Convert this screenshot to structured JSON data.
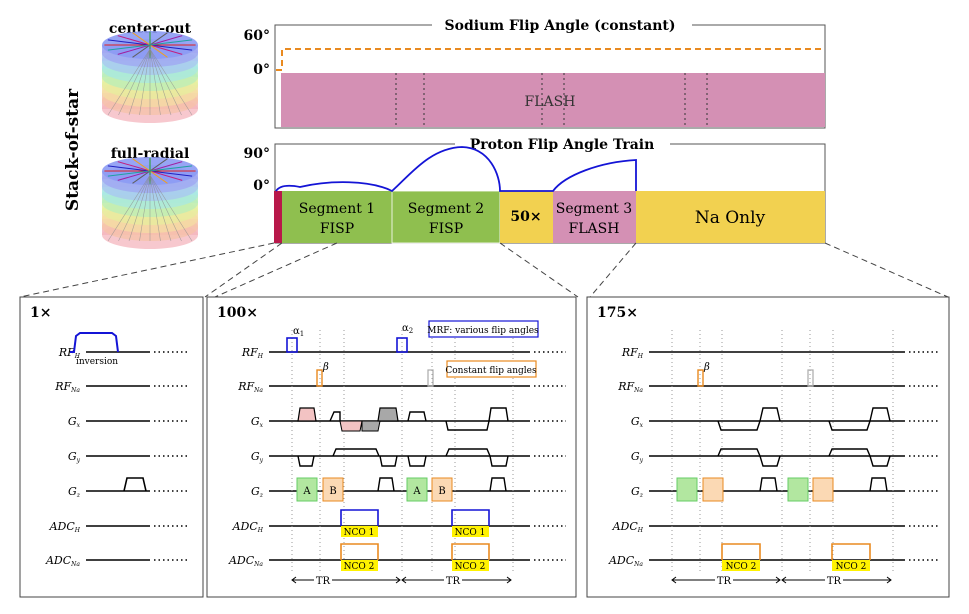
{
  "colors": {
    "pink": "#D490B4",
    "crimson": "#B8184A",
    "green": "#8FBF4F",
    "yellow": "#F2D150",
    "blue": "#1414D6",
    "orange": "#E98A20",
    "ncoYellow": "#FFF200",
    "lightGreen": "#B2E7A0",
    "lightPink": "#F3C3C3",
    "grey": "#A8A8A8"
  },
  "stack": {
    "vertical_label": "Stack-of-star",
    "cylinders": [
      {
        "label": "center-out"
      },
      {
        "label": "full-radial"
      }
    ]
  },
  "sodium": {
    "title": "Sodium Flip Angle (constant)",
    "y_top": "60°",
    "y_bottom": "0°",
    "bar_label": "FLASH"
  },
  "proton": {
    "title": "Proton Flip Angle Train",
    "y_top": "90°",
    "y_bottom": "0°",
    "segments": [
      {
        "line1": "Segment 1",
        "line2": "FISP"
      },
      {
        "line1": "Segment 2",
        "line2": "FISP"
      },
      {
        "line1": "50×",
        "line2": ""
      },
      {
        "line1": "Segment 3",
        "line2": "FLASH"
      },
      {
        "line1": "Na Only",
        "line2": ""
      }
    ]
  },
  "panels": [
    {
      "title": "1×",
      "extra": "inversion"
    },
    {
      "title": "100×",
      "legend": [
        "MRF: various flip angles",
        "Constant flip angles"
      ],
      "alpha1": "α",
      "alpha1_sub": "1",
      "alpha2": "α",
      "alpha2_sub": "2",
      "beta": "β",
      "blockA": "A",
      "blockB": "B",
      "nco1": "NCO 1",
      "nco2": "NCO 2",
      "tr": "TR"
    },
    {
      "title": "175×",
      "beta": "β",
      "nco2": "NCO 2",
      "tr": "TR"
    }
  ],
  "channels": [
    {
      "main": "RF",
      "sub": "H"
    },
    {
      "main": "RF",
      "sub": "Na"
    },
    {
      "main": "G",
      "sub": "x"
    },
    {
      "main": "G",
      "sub": "y"
    },
    {
      "main": "G",
      "sub": "z"
    },
    {
      "main": "ADC",
      "sub": "H"
    },
    {
      "main": "ADC",
      "sub": "Na"
    }
  ]
}
